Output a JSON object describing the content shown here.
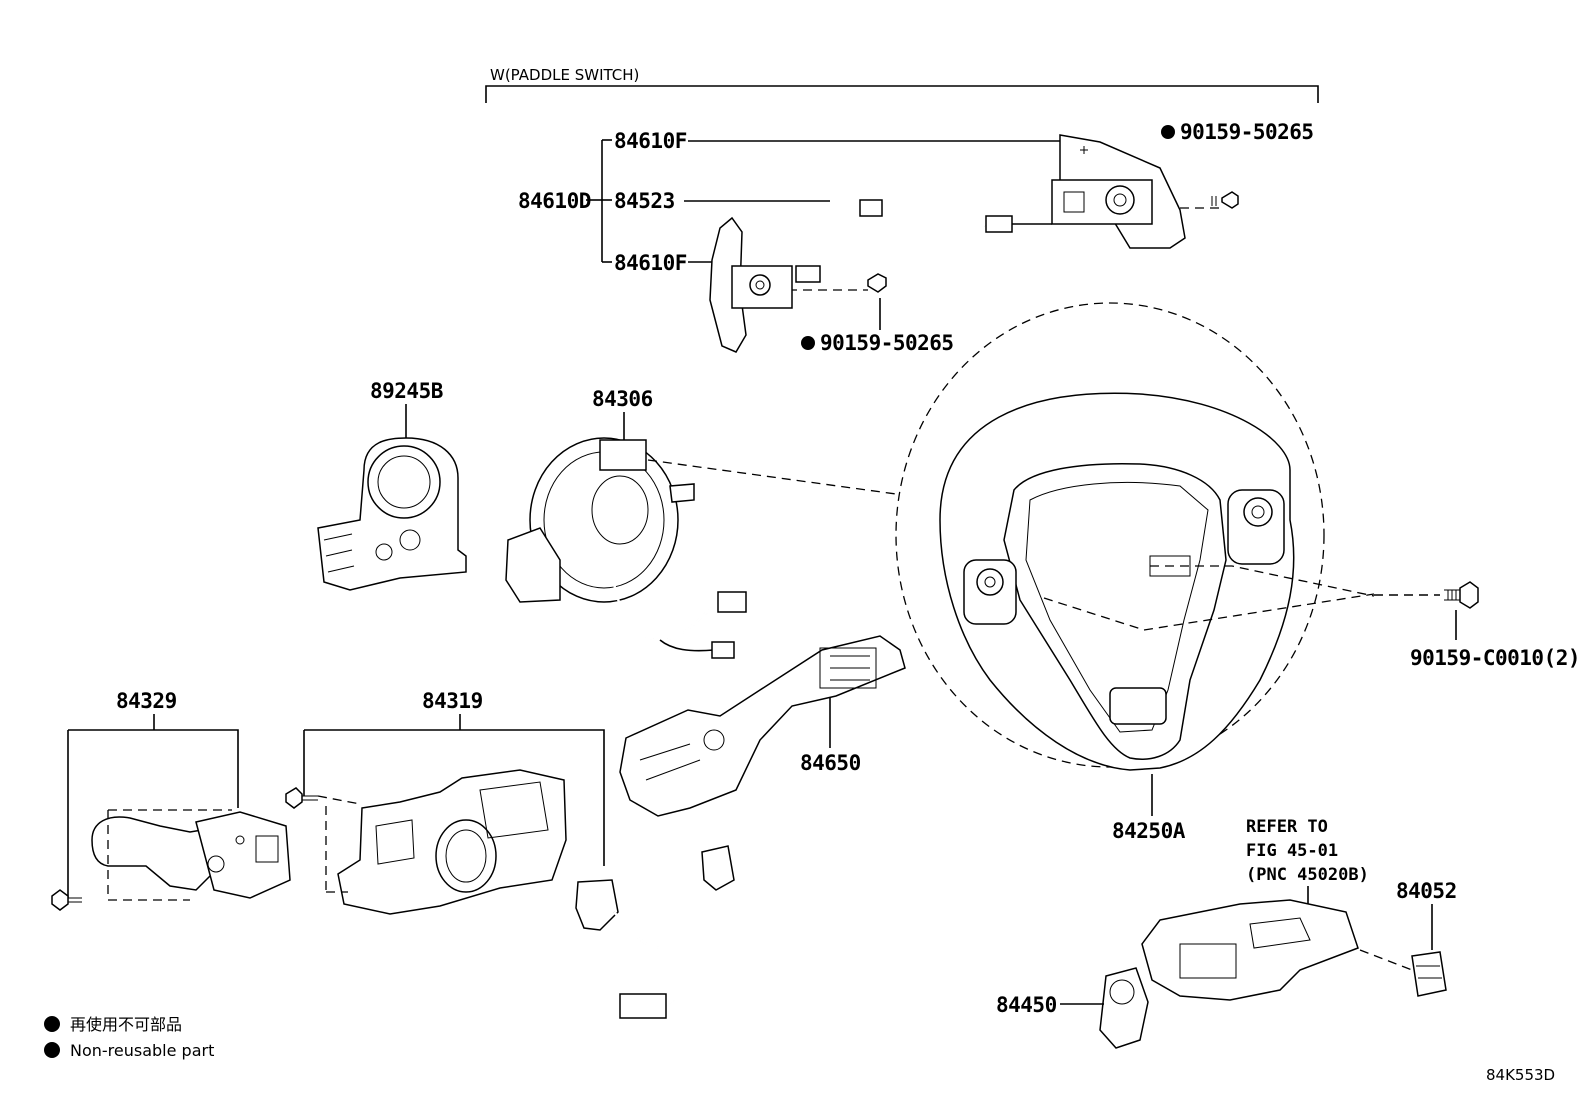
{
  "diagram": {
    "group_label": "W(PADDLE SWITCH)",
    "drawing_code": "84K553D",
    "callouts": {
      "p84610F_top": "84610F",
      "p84610D": "84610D",
      "p84523": "84523",
      "p84610F_bottom": "84610F",
      "p90159_50265_top": "90159-50265",
      "p90159_50265_bottom": "90159-50265",
      "p89245B": "89245B",
      "p84306": "84306",
      "p90159_C0010": "90159-C0010(2)",
      "p84650": "84650",
      "p84329": "84329",
      "p84319": "84319",
      "p84250A": "84250A",
      "p84052": "84052",
      "p84450": "84450"
    },
    "refer": {
      "line1": "REFER TO",
      "line2": "FIG 45-01",
      "line3": "(PNC 45020B)"
    },
    "legend": {
      "line_jp": "再使用不可部品",
      "line_en": "Non-reusable part"
    }
  }
}
